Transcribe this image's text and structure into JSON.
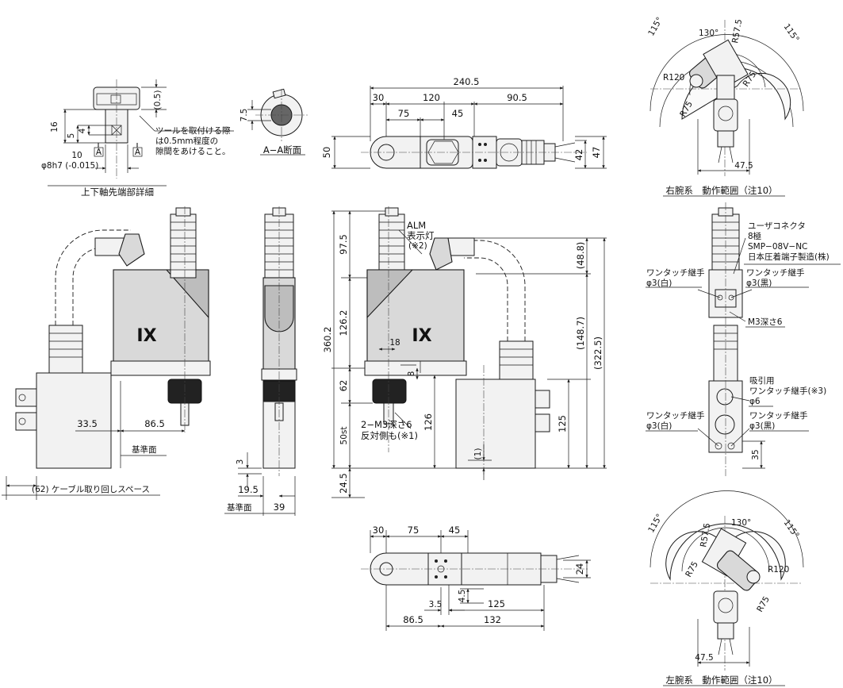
{
  "captions": {
    "tip_detail": "上下軸先端部詳細",
    "section_aa": "A−A断面",
    "right_arm": "右腕系　動作範囲（注10）",
    "left_arm": "左腕系　動作範囲（注10）"
  },
  "notes": {
    "tool_note_1": "ツールを取付ける際",
    "tool_note_2": "は0.5mm程度の",
    "tool_note_3": "隙間をあけること。",
    "cable_space": "(62) ケーブル取り回しスペース",
    "ref_plane_1": "基準面",
    "ref_plane_2": "基準面",
    "alm_1": "ALM",
    "alm_2": "表示灯",
    "alm_3": "(※2)",
    "m3_1": "2−M3深さ6",
    "m3_2": "反対側も(※1)",
    "user_conn_1": "ユーザコネクタ",
    "user_conn_2": "8極",
    "user_conn_3": "SMP−08V−NC",
    "user_conn_4": "日本圧着端子製造(株)",
    "fitting_white_1": "ワンタッチ継手",
    "fitting_white_2": "φ3(白)",
    "fitting_black_1": "ワンタッチ継手",
    "fitting_black_2": "φ3(黒)",
    "m3_depth": "M3深さ6",
    "suction_1": "吸引用",
    "suction_2": "ワンタッチ継手(※3)",
    "suction_3": "φ6",
    "fitting_white_b1": "ワンタッチ継手",
    "fitting_white_b2": "φ3(白)",
    "fitting_black_b1": "ワンタッチ継手",
    "fitting_black_b2": "φ3(黒)",
    "brand": "IX"
  },
  "dims": {
    "d_0_5": "(0.5)",
    "d_16": "16",
    "d_5": "5",
    "d_4": "4",
    "d_10": "10",
    "d_shaft": "φ8h7 (-0.015)",
    "d_A1": "A",
    "d_A2": "A",
    "d_7_5": "7.5",
    "t_240_5": "240.5",
    "t_30": "30",
    "t_120": "120",
    "t_90_5": "90.5",
    "t_75": "75",
    "t_45": "45",
    "t_50": "50",
    "t_47": "47",
    "t_42": "42",
    "r_115a": "115°",
    "r_130": "130°",
    "r_R57_5": "R57.5",
    "r_115b": "115°",
    "r_R120": "R120",
    "r_R75a": "R75",
    "r_R75b": "R75",
    "r_47_5": "47.5",
    "f_33_5": "33.5",
    "f_86_5": "86.5",
    "s_3": "3",
    "s_19_5": "19.5",
    "s_39": "39",
    "m_97_5": "97.5",
    "m_126_2": "126.2",
    "m_360_2": "360.2",
    "m_62": "62",
    "m_18": "18",
    "m_8": "8",
    "m_50st": "50st",
    "m_126": "126",
    "m_24_5": "24.5",
    "m_48_8": "(48.8)",
    "m_148_7": "(148.7)",
    "m_322_5": "(322.5)",
    "m_125": "125",
    "m_1": "(1)",
    "rs_35": "35",
    "b_30": "30",
    "b_75": "75",
    "b_45": "45",
    "b_24": "24",
    "b_4_5": "4.5",
    "b_3_5": "3.5",
    "b_125": "125",
    "b_86_5": "86.5",
    "b_132": "132",
    "l_115a": "115°",
    "l_130": "130°",
    "l_R57_5": "R57.5",
    "l_115b": "115°",
    "l_R75a": "R75",
    "l_R120": "R120",
    "l_R75b": "R75",
    "l_47_5": "47.5"
  }
}
